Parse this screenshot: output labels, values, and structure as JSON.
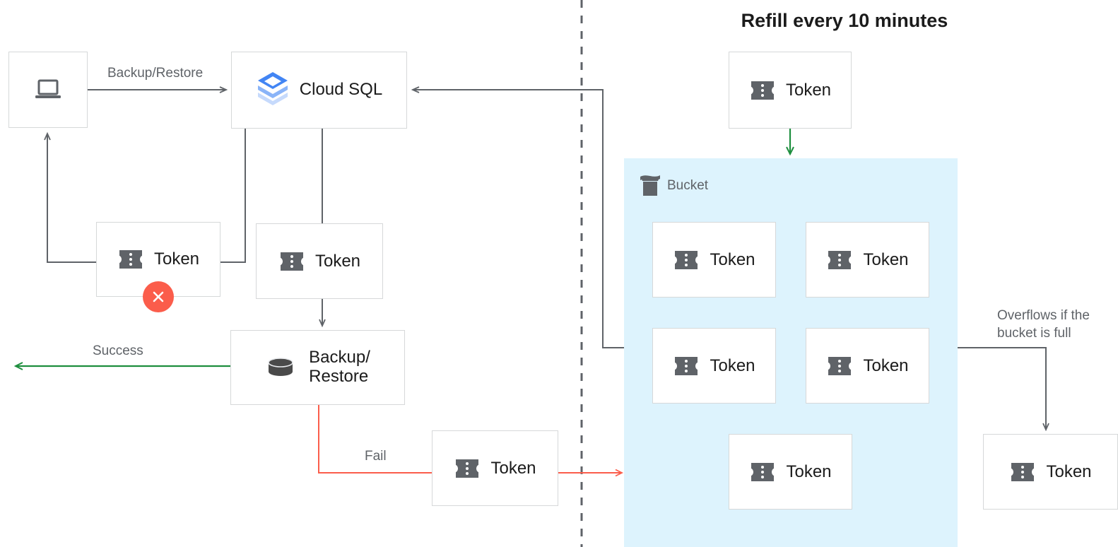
{
  "diagram": {
    "title_refill": "Refill every 10 minutes",
    "bucket_label": "Bucket",
    "token_label": "Token",
    "colors": {
      "bucket_fill": "#ddf3fd",
      "token_icon": "#5f6368",
      "success_green": "#1e8e3e",
      "fail_red": "#fb5d4b",
      "wire_gray": "#5f6368",
      "box_border": "#d6d8d9",
      "label_gray": "#5f6368",
      "cloudsql_blue_dark": "#4285f4",
      "cloudsql_blue_mid": "#8ab4f8",
      "cloudsql_blue_light": "#c6dafc"
    }
  },
  "nodes": {
    "client": {
      "icon": "laptop-icon",
      "label": ""
    },
    "cloud_sql": {
      "icon": "cloud-sql-icon",
      "label": "Cloud SQL"
    },
    "token_client_side": {
      "icon": "token-icon",
      "label": "Token",
      "badge": "error-x-badge"
    },
    "token_sql_side": {
      "icon": "token-icon",
      "label": "Token"
    },
    "backup_restore": {
      "icon": "database-icon",
      "label": "Backup/\nRestore"
    },
    "token_fail": {
      "icon": "token-icon",
      "label": "Token"
    },
    "token_refill": {
      "icon": "token-icon",
      "label": "Token"
    },
    "token_overflow": {
      "icon": "token-icon",
      "label": "Token"
    },
    "bucket_tokens": [
      {
        "icon": "token-icon",
        "label": "Token"
      },
      {
        "icon": "token-icon",
        "label": "Token"
      },
      {
        "icon": "token-icon",
        "label": "Token"
      },
      {
        "icon": "token-icon",
        "label": "Token"
      },
      {
        "icon": "token-icon",
        "label": "Token"
      }
    ]
  },
  "edges": {
    "backup_restore_label": "Backup/Restore",
    "success_label": "Success",
    "fail_label": "Fail",
    "overflow_label": "Overflows if the\nbucket is full"
  }
}
